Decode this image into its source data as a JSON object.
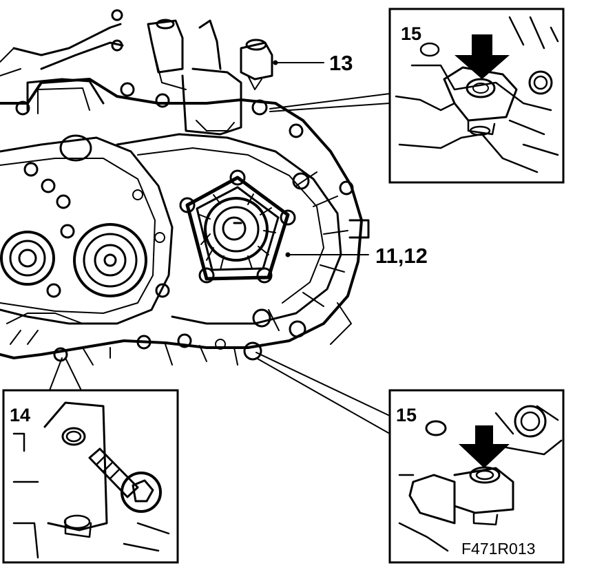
{
  "callouts": {
    "label_13": "13",
    "label_11_12": "11,12",
    "label_14": "14",
    "label_15_top": "15",
    "label_15_bottom": "15"
  },
  "figure_code": "F471R013",
  "colors": {
    "ink": "#000000",
    "paper": "#ffffff"
  }
}
